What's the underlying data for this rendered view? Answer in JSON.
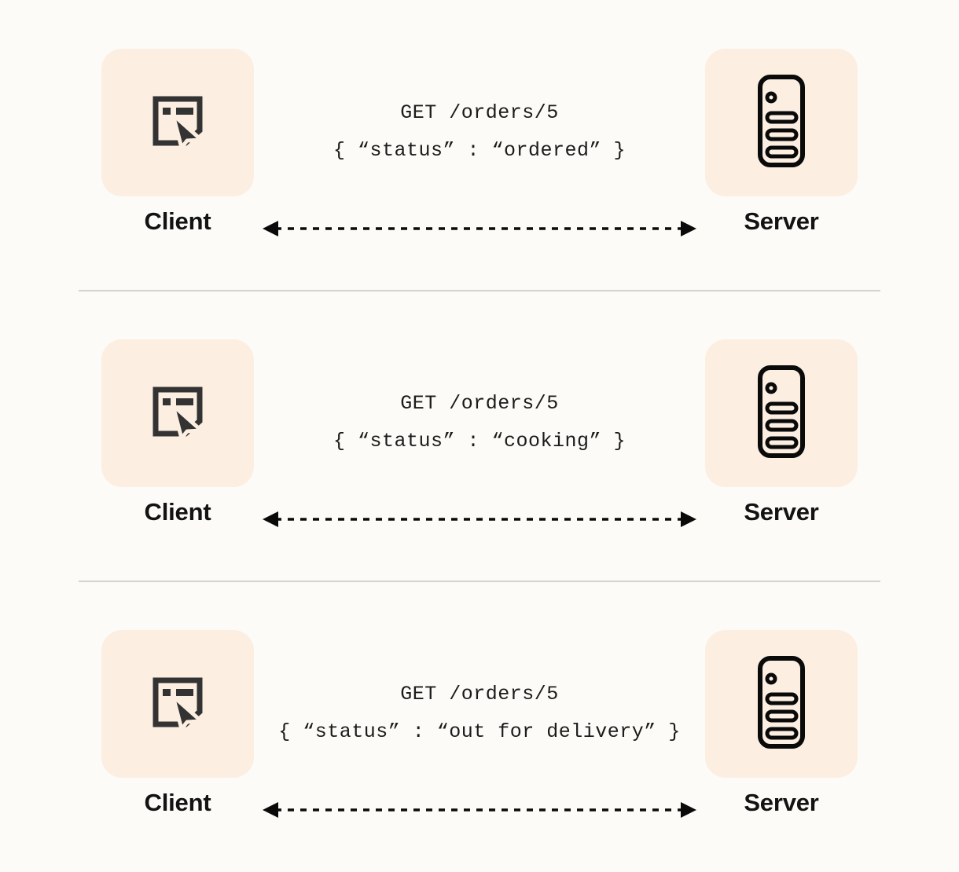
{
  "page": {
    "background_color": "#FDFBF7",
    "tile_color": "#FCEFE2",
    "divider_color": "#D5D3D0",
    "ink_color": "#131313"
  },
  "nodes": {
    "client_label": "Client",
    "server_label": "Server",
    "client_icon": "browser-cursor-icon",
    "server_icon": "server-rack-icon"
  },
  "arrow": {
    "style": "dashed-double-headed",
    "direction": "bidirectional"
  },
  "exchanges": [
    {
      "id": "exchange-ordered",
      "request": "GET /orders/5",
      "response": "{ “status” : “ordered” }",
      "client_label": "Client",
      "server_label": "Server"
    },
    {
      "id": "exchange-cooking",
      "request": "GET /orders/5",
      "response": "{ “status” : “cooking” }",
      "client_label": "Client",
      "server_label": "Server"
    },
    {
      "id": "exchange-out-for-delivery",
      "request": "GET /orders/5",
      "response": "{ “status” : “out for delivery” }",
      "client_label": "Client",
      "server_label": "Server"
    }
  ]
}
